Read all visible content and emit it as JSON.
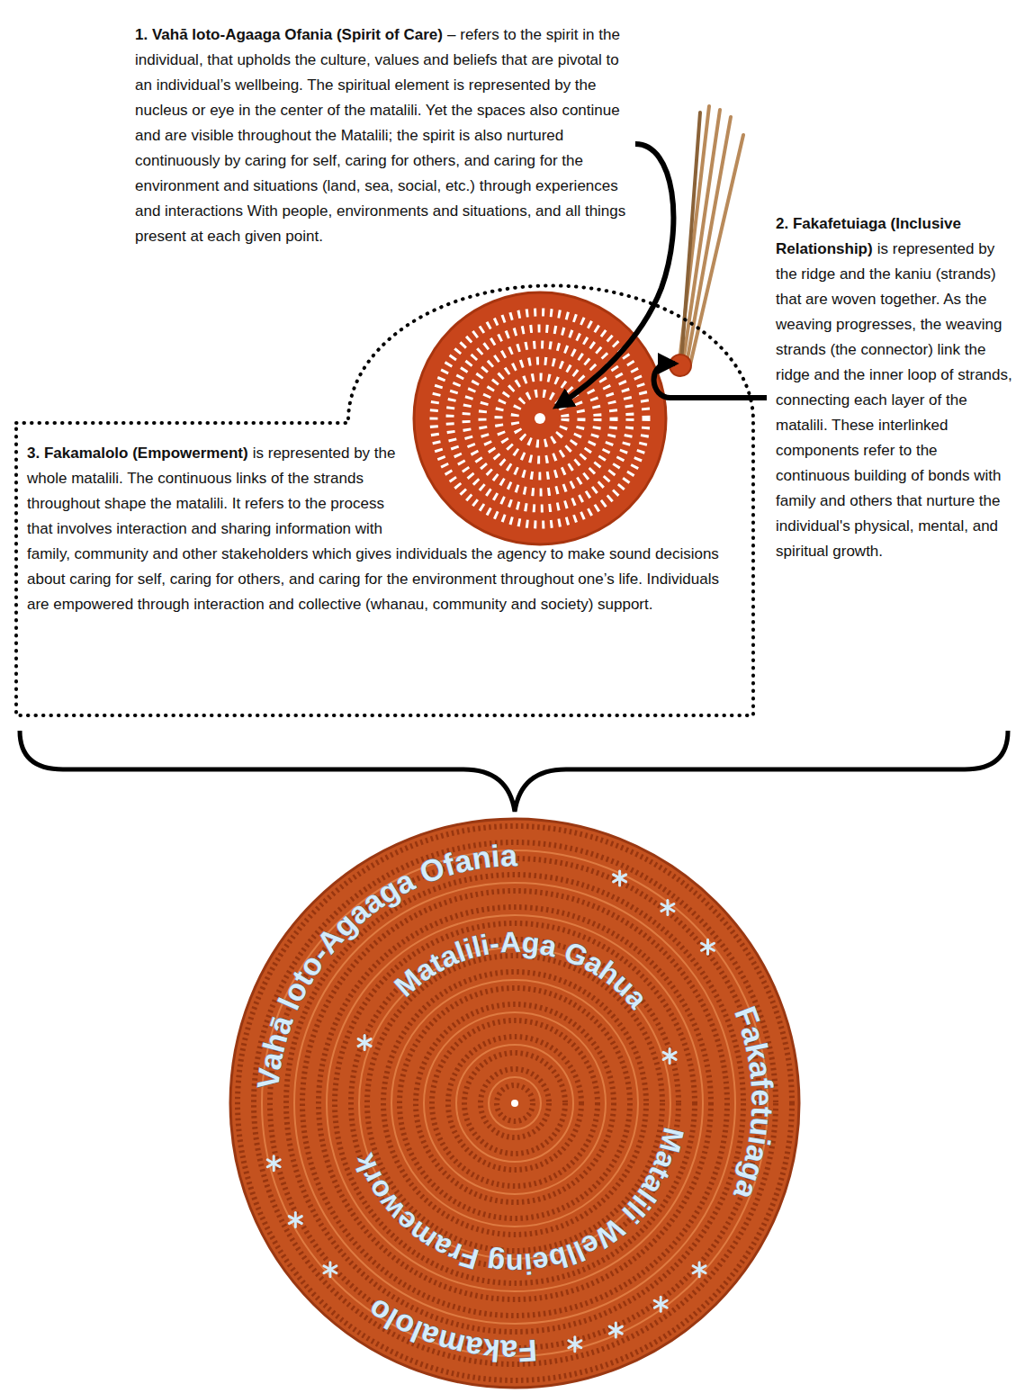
{
  "diagram": {
    "nodes": [
      {
        "text": [
          "3. Fakamalolo (Empowerment)",
          "is represented by the whole matalili. The continuous links of the strands throughout shape the matalili. It refers to the process that involves interaction and sharing information with family, community and other stakeholders which gives individuals the agency to make sound decisions about caring for self, caring for others, and caring for the environment throughout one’s life. Individuals are empowered through interaction and collective (whanau, community and society) support."
        ]
      },
      {
        "text": [
          "Vahā loto-Agaaga Ofania",
          "Matalili-Aga Gahua",
          "Fakafetuiaga",
          "Matalili Wellbeing Framework",
          "Fakamalolo"
        ]
      }
    ],
    "labels": [
      "1. Vahā loto-Agaaga Ofania (Spirit of Care)",
      "– refers to the spirit in the individual, that upholds the culture, values and beliefs that are pivotal to an individual’s wellbeing. The spiritual element is represented by the nucleus or eye in the center of the matalili. Yet the spaces also continue and are visible throughout the Matalili; the spirit is also nurtured continuously by caring for self, caring for others, and caring for the environment and situations (land, sea, social, etc.) through experiences and interactions With people, environments and situations, and all things present at each given point.",
      "2. Fakafetuiaga (Inclusive Relationship)",
      "is represented by the ridge and the kaniu (strands) that are woven together. As the weaving progresses, the weaving strands (the connector) link the ridge and the inner loop of strands, connecting each layer of the matalili. These interlinked components refer to the continuous building of bonds with family and others that nurture the individual's physical, mental, and spiritual growth."
    ]
  }
}
